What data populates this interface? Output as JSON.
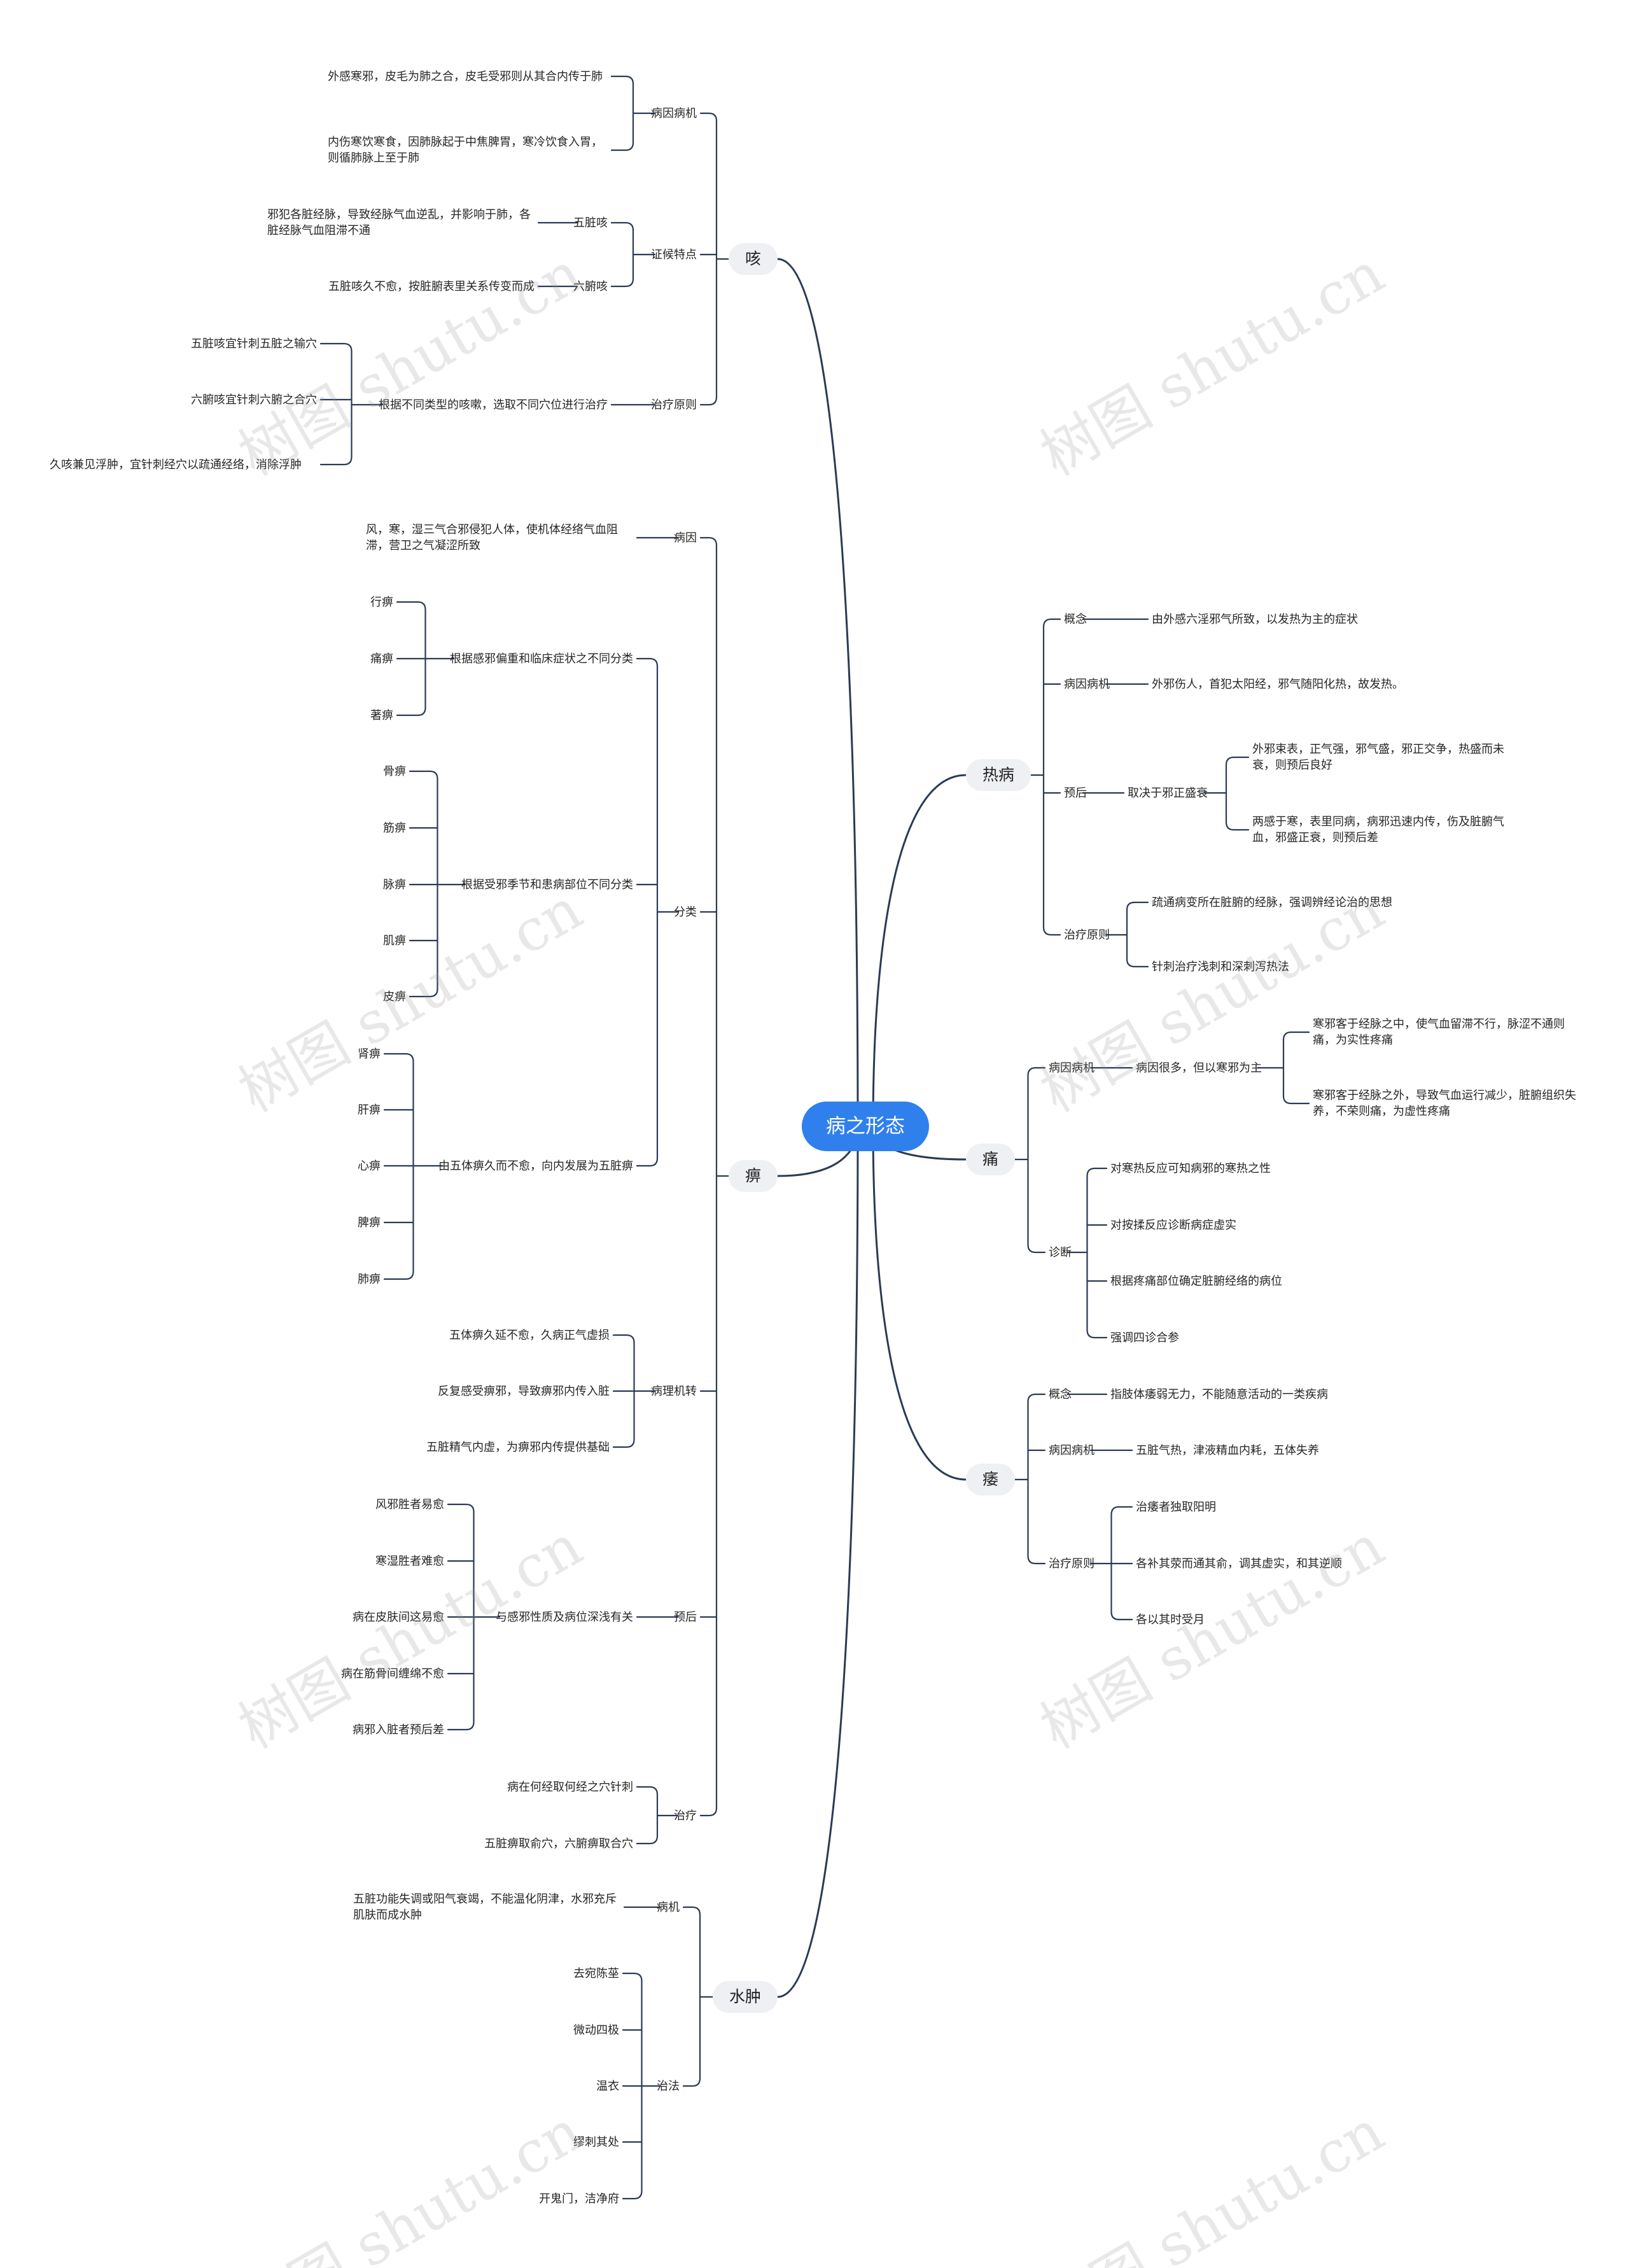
{
  "root": "病之形态",
  "branches": [
    {
      "id": "ke",
      "label": "咳",
      "children": [
        {
          "id": "ke1",
          "label": "病因病机",
          "children": [
            {
              "id": "ke1a",
              "label": "外感寒邪，皮毛为肺之合，皮毛受邪则从其合内传于肺"
            },
            {
              "id": "ke1b",
              "label": "内伤寒饮寒食，因肺脉起于中焦脾胃，寒冷饮食入胃，则循肺脉上至于肺"
            }
          ]
        },
        {
          "id": "ke2",
          "label": "证候特点",
          "children": [
            {
              "id": "ke2a",
              "label": "五脏咳",
              "children": [
                {
                  "id": "ke2a1",
                  "label": "邪犯各脏经脉，导致经脉气血逆乱，并影响于肺，各脏经脉气血阻滞不通"
                }
              ]
            },
            {
              "id": "ke2b",
              "label": "六腑咳",
              "children": [
                {
                  "id": "ke2b1",
                  "label": "五脏咳久不愈，按脏腑表里关系传变而成"
                }
              ]
            }
          ]
        },
        {
          "id": "ke3",
          "label": "治疗原则",
          "children": [
            {
              "id": "ke3a",
              "label": "根据不同类型的咳嗽，选取不同穴位进行治疗",
              "children": [
                {
                  "id": "ke3a1",
                  "label": "五脏咳宜针刺五脏之输穴"
                },
                {
                  "id": "ke3a2",
                  "label": "六腑咳宜针刺六腑之合穴"
                },
                {
                  "id": "ke3a3",
                  "label": "久咳兼见浮肿，宜针刺经穴以疏通经络，消除浮肿"
                }
              ]
            }
          ]
        }
      ]
    },
    {
      "id": "bi",
      "label": "痹",
      "children": [
        {
          "id": "bi1",
          "label": "病因",
          "children": [
            {
              "id": "bi1a",
              "label": "风，寒，湿三气合邪侵犯人体，使机体经络气血阻滞，营卫之气凝涩所致"
            }
          ]
        },
        {
          "id": "bi2",
          "label": "分类",
          "children": [
            {
              "id": "bi2a",
              "label": "根据感邪偏重和临床症状之不同分类",
              "children": [
                {
                  "id": "bi2a1",
                  "label": "行痹"
                },
                {
                  "id": "bi2a2",
                  "label": "痛痹"
                },
                {
                  "id": "bi2a3",
                  "label": "著痹"
                }
              ]
            },
            {
              "id": "bi2b",
              "label": "根据受邪季节和患病部位不同分类",
              "children": [
                {
                  "id": "bi2b1",
                  "label": "骨痹"
                },
                {
                  "id": "bi2b2",
                  "label": "筋痹"
                },
                {
                  "id": "bi2b3",
                  "label": "脉痹"
                },
                {
                  "id": "bi2b4",
                  "label": "肌痹"
                },
                {
                  "id": "bi2b5",
                  "label": "皮痹"
                }
              ]
            },
            {
              "id": "bi2c",
              "label": "由五体痹久而不愈，向内发展为五脏痹",
              "children": [
                {
                  "id": "bi2c1",
                  "label": "肾痹"
                },
                {
                  "id": "bi2c2",
                  "label": "肝痹"
                },
                {
                  "id": "bi2c3",
                  "label": "心痹"
                },
                {
                  "id": "bi2c4",
                  "label": "脾痹"
                },
                {
                  "id": "bi2c5",
                  "label": "肺痹"
                }
              ]
            }
          ]
        },
        {
          "id": "bi3",
          "label": "病理机转",
          "children": [
            {
              "id": "bi3a",
              "label": "五体痹久延不愈，久病正气虚损"
            },
            {
              "id": "bi3b",
              "label": "反复感受痹邪，导致痹邪内传入脏"
            },
            {
              "id": "bi3c",
              "label": "五脏精气内虚，为痹邪内传提供基础"
            }
          ]
        },
        {
          "id": "bi4",
          "label": "预后",
          "children": [
            {
              "id": "bi4a",
              "label": "与感邪性质及病位深浅有关",
              "children": [
                {
                  "id": "bi4a1",
                  "label": "风邪胜者易愈"
                },
                {
                  "id": "bi4a2",
                  "label": "寒湿胜者难愈"
                },
                {
                  "id": "bi4a3",
                  "label": "病在皮肤间这易愈"
                },
                {
                  "id": "bi4a4",
                  "label": "病在筋骨间缠绵不愈"
                },
                {
                  "id": "bi4a5",
                  "label": "病邪入脏者预后差"
                }
              ]
            }
          ]
        },
        {
          "id": "bi5",
          "label": "治疗",
          "children": [
            {
              "id": "bi5a",
              "label": "病在何经取何经之穴针刺"
            },
            {
              "id": "bi5b",
              "label": "五脏痹取俞穴，六腑痹取合穴"
            }
          ]
        }
      ]
    },
    {
      "id": "sz",
      "label": "水肿",
      "children": [
        {
          "id": "sz1",
          "label": "病机",
          "children": [
            {
              "id": "sz1a",
              "label": "五脏功能失调或阳气衰竭，不能温化阴津，水邪充斥肌肤而成水肿"
            }
          ]
        },
        {
          "id": "sz2",
          "label": "治法",
          "children": [
            {
              "id": "sz2a",
              "label": "去宛陈莝"
            },
            {
              "id": "sz2b",
              "label": "微动四极"
            },
            {
              "id": "sz2c",
              "label": "温衣"
            },
            {
              "id": "sz2d",
              "label": "缪刺其处"
            },
            {
              "id": "sz2e",
              "label": "开鬼门，洁净府"
            }
          ]
        }
      ]
    },
    {
      "id": "rb",
      "label": "热病",
      "children": [
        {
          "id": "rb1",
          "label": "概念",
          "children": [
            {
              "id": "rb1a",
              "label": "由外感六淫邪气所致，以发热为主的症状"
            }
          ]
        },
        {
          "id": "rb2",
          "label": "病因病机",
          "children": [
            {
              "id": "rb2a",
              "label": "外邪伤人，首犯太阳经，邪气随阳化热，故发热。"
            }
          ]
        },
        {
          "id": "rb3",
          "label": "预后",
          "children": [
            {
              "id": "rb3a",
              "label": "取决于邪正盛衰",
              "children": [
                {
                  "id": "rb3a1",
                  "label": "外邪束表，正气强，邪气盛，邪正交争，热盛而未衰，则预后良好"
                },
                {
                  "id": "rb3a2",
                  "label": "两感于寒，表里同病，病邪迅速内传，伤及脏腑气血，邪盛正衰，则预后差"
                }
              ]
            }
          ]
        },
        {
          "id": "rb4",
          "label": "治疗原则",
          "children": [
            {
              "id": "rb4a",
              "label": "疏通病变所在脏腑的经脉，强调辨经论治的思想"
            },
            {
              "id": "rb4b",
              "label": "针刺治疗浅刺和深刺泻热法"
            }
          ]
        }
      ]
    },
    {
      "id": "tong",
      "label": "痛",
      "children": [
        {
          "id": "tong1",
          "label": "病因病机",
          "children": [
            {
              "id": "tong1a",
              "label": "病因很多，但以寒邪为主",
              "children": [
                {
                  "id": "tong1a1",
                  "label": "寒邪客于经脉之中，使气血留滞不行，脉涩不通则痛，为实性疼痛"
                },
                {
                  "id": "tong1a2",
                  "label": "寒邪客于经脉之外，导致气血运行减少，脏腑组织失养，不荣则痛，为虚性疼痛"
                }
              ]
            }
          ]
        },
        {
          "id": "tong2",
          "label": "诊断",
          "children": [
            {
              "id": "tong2a",
              "label": "对寒热反应可知病邪的寒热之性"
            },
            {
              "id": "tong2b",
              "label": "对按揉反应诊断病症虚实"
            },
            {
              "id": "tong2c",
              "label": "根据疼痛部位确定脏腑经络的病位"
            },
            {
              "id": "tong2d",
              "label": "强调四诊合参"
            }
          ]
        }
      ]
    },
    {
      "id": "wei",
      "label": "痿",
      "children": [
        {
          "id": "wei1",
          "label": "概念",
          "children": [
            {
              "id": "wei1a",
              "label": "指肢体痿弱无力，不能随意活动的一类疾病"
            }
          ]
        },
        {
          "id": "wei2",
          "label": "病因病机",
          "children": [
            {
              "id": "wei2a",
              "label": "五脏气热，津液精血内耗，五体失养"
            }
          ]
        },
        {
          "id": "wei3",
          "label": "治疗原则",
          "children": [
            {
              "id": "wei3a",
              "label": "治痿者独取阳明"
            },
            {
              "id": "wei3b",
              "label": "各补其荥而通其俞，调其虚实，和其逆顺"
            },
            {
              "id": "wei3c",
              "label": "各以其时受月"
            }
          ]
        }
      ]
    }
  ],
  "watermark": "树图 shutu.cn",
  "colors": {
    "line": "#2b3a55",
    "root_bg": "#2f80ed",
    "topic_bg": "#eef0f3",
    "text": "#262626"
  }
}
